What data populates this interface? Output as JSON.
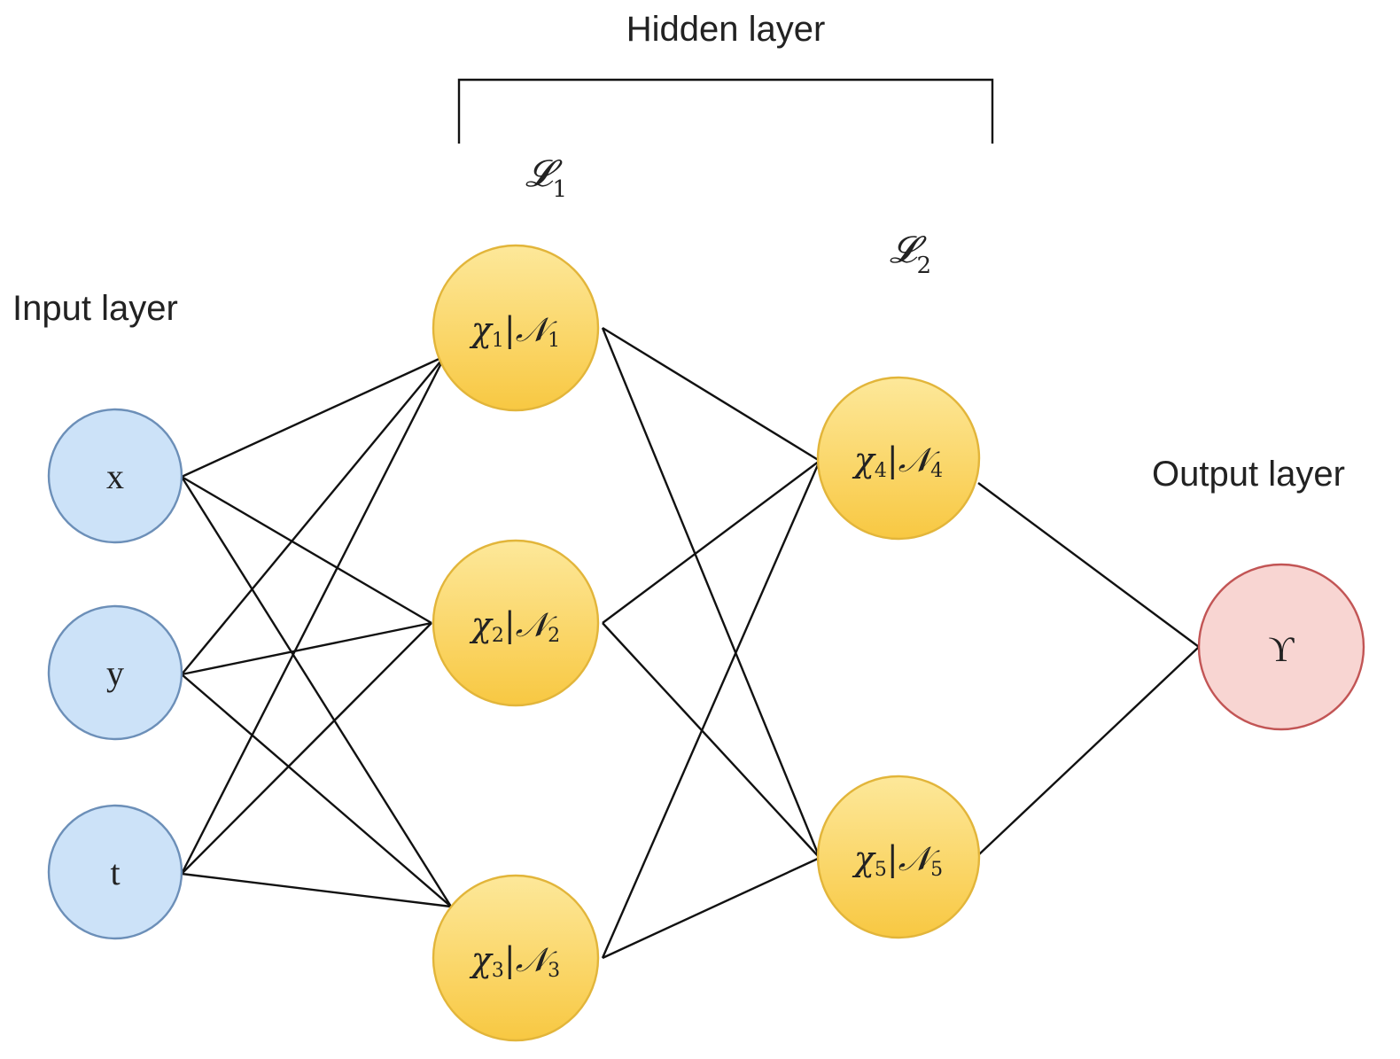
{
  "labels": {
    "hidden_layer": "Hidden layer",
    "input_layer": "Input layer",
    "output_layer": "Output layer",
    "l1": "𝓛",
    "l1_sub": "1",
    "l2": "𝓛",
    "l2_sub": "2"
  },
  "colors": {
    "input_fill": "#cce2f8",
    "input_stroke": "#6c8fb8",
    "hidden_fill_top": "#fde89a",
    "hidden_fill_bottom": "#f8c842",
    "hidden_stroke": "#e2b53a",
    "output_fill": "#f8d5d2",
    "output_stroke": "#c25555"
  },
  "nodes": {
    "input": [
      {
        "id": "x",
        "label": "x"
      },
      {
        "id": "y",
        "label": "y"
      },
      {
        "id": "t",
        "label": "t"
      }
    ],
    "hidden1": [
      {
        "id": "h1",
        "chi": "χ",
        "chi_sub": "1",
        "n": "𝒩",
        "n_sub": "1"
      },
      {
        "id": "h2",
        "chi": "χ",
        "chi_sub": "2",
        "n": "𝒩",
        "n_sub": "2"
      },
      {
        "id": "h3",
        "chi": "χ",
        "chi_sub": "3",
        "n": "𝒩",
        "n_sub": "3"
      }
    ],
    "hidden2": [
      {
        "id": "h4",
        "chi": "χ",
        "chi_sub": "4",
        "n": "𝒩",
        "n_sub": "4"
      },
      {
        "id": "h5",
        "chi": "χ",
        "chi_sub": "5",
        "n": "𝒩",
        "n_sub": "5"
      }
    ],
    "output": [
      {
        "id": "out",
        "label": "ϒ"
      }
    ]
  }
}
